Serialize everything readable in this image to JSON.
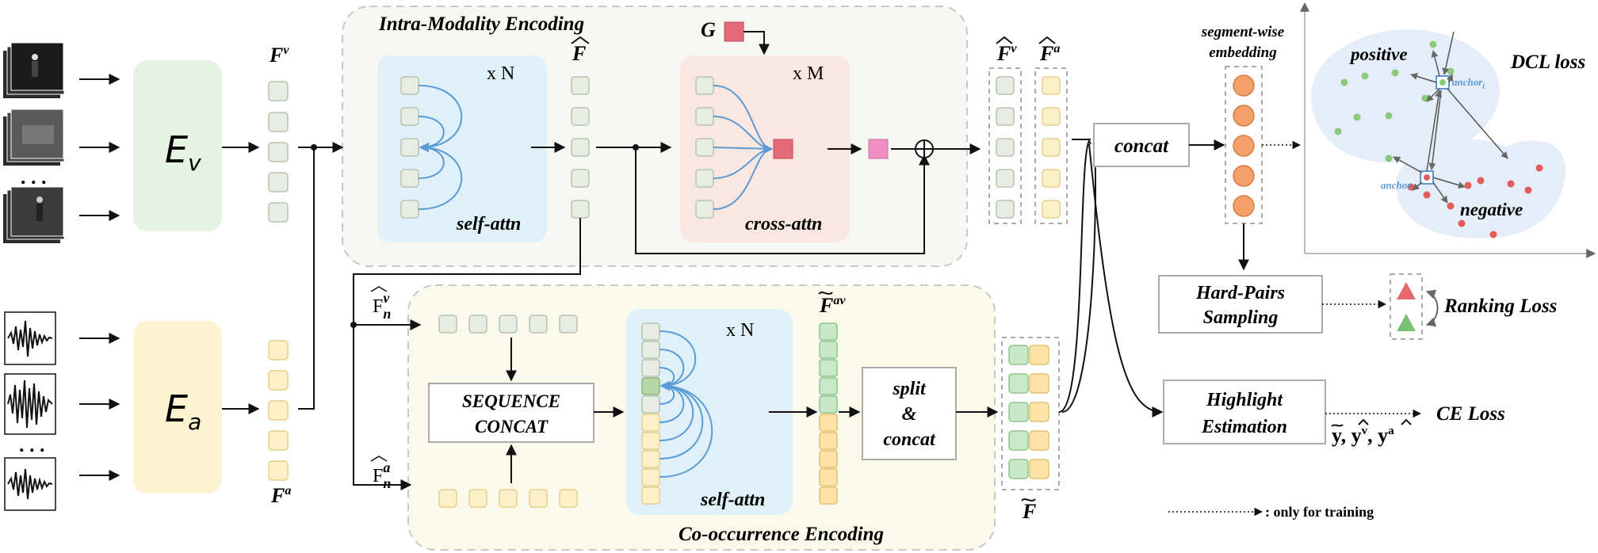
{
  "colors": {
    "video_encoder": "#e6f2e2",
    "audio_encoder": "#fdf3d0",
    "token_gray": "#e8ede4",
    "token_green": "#d5ecd3",
    "token_yellow": "#fde3a6",
    "token_green_mid": "#c9e3be",
    "self_attn_box": "#dff0f8",
    "cross_attn_box": "#fbe7e1",
    "intra_bg": "#f6f6f3",
    "co_bg": "#fbf9ea",
    "query_pink": "#e46a79",
    "out_pink": "#f18fc5",
    "arrow_blue": "#5b9bd5",
    "orange": "#f5a068",
    "green_dot": "#8cca7a",
    "red_dot": "#e45b5b",
    "cluster_bg": "#e5edf8"
  },
  "encoders": {
    "video": {
      "label": "E",
      "sub": "v"
    },
    "audio": {
      "label": "E",
      "sub": "a"
    }
  },
  "features": {
    "fv": {
      "base": "F",
      "sup": "v"
    },
    "fa": {
      "base": "F",
      "sup": "a"
    },
    "fhat": {
      "base": "F"
    },
    "fhat_v": {
      "base": "F",
      "sup": "v"
    },
    "fhat_a": {
      "base": "F",
      "sup": "a"
    },
    "fnv": {
      "base": "F",
      "sub": "n",
      "sup": "v"
    },
    "fna": {
      "base": "F",
      "sub": "n",
      "sup": "a"
    },
    "ftilde_av": {
      "base": "F",
      "sup": "av"
    },
    "ftilde": {
      "base": "F"
    }
  },
  "intra": {
    "title": "Intra-Modality Encoding",
    "self_attn": "self-attn",
    "xn": "x N",
    "cross_attn": "cross-attn",
    "xm": "x M",
    "g": "G"
  },
  "co": {
    "title": "Co-occurrence Encoding",
    "seq_concat_1": "SEQUENCE",
    "seq_concat_2": "CONCAT",
    "self_attn": "self-attn",
    "xn": "x N",
    "split_1": "split",
    "split_2": "&",
    "split_3": "concat"
  },
  "right": {
    "concat": "concat",
    "seg_embed_1": "segment-wise",
    "seg_embed_2": "embedding",
    "dcl_loss": "DCL loss",
    "positive": "positive",
    "negative": "negative",
    "anchor_pos": "anchor",
    "anchor_pos_sub": "i",
    "anchor_neg": "anchor",
    "hard_1": "Hard-Pairs",
    "hard_2": "Sampling",
    "ranking_loss": "Ranking Loss",
    "highlight_1": "Highlight",
    "highlight_2": "Estimation",
    "ce_loss": "CE Loss",
    "y_hat": "y",
    "y_sup_v": "v",
    "y_sup_a": "a",
    "legend": ": only for training"
  }
}
